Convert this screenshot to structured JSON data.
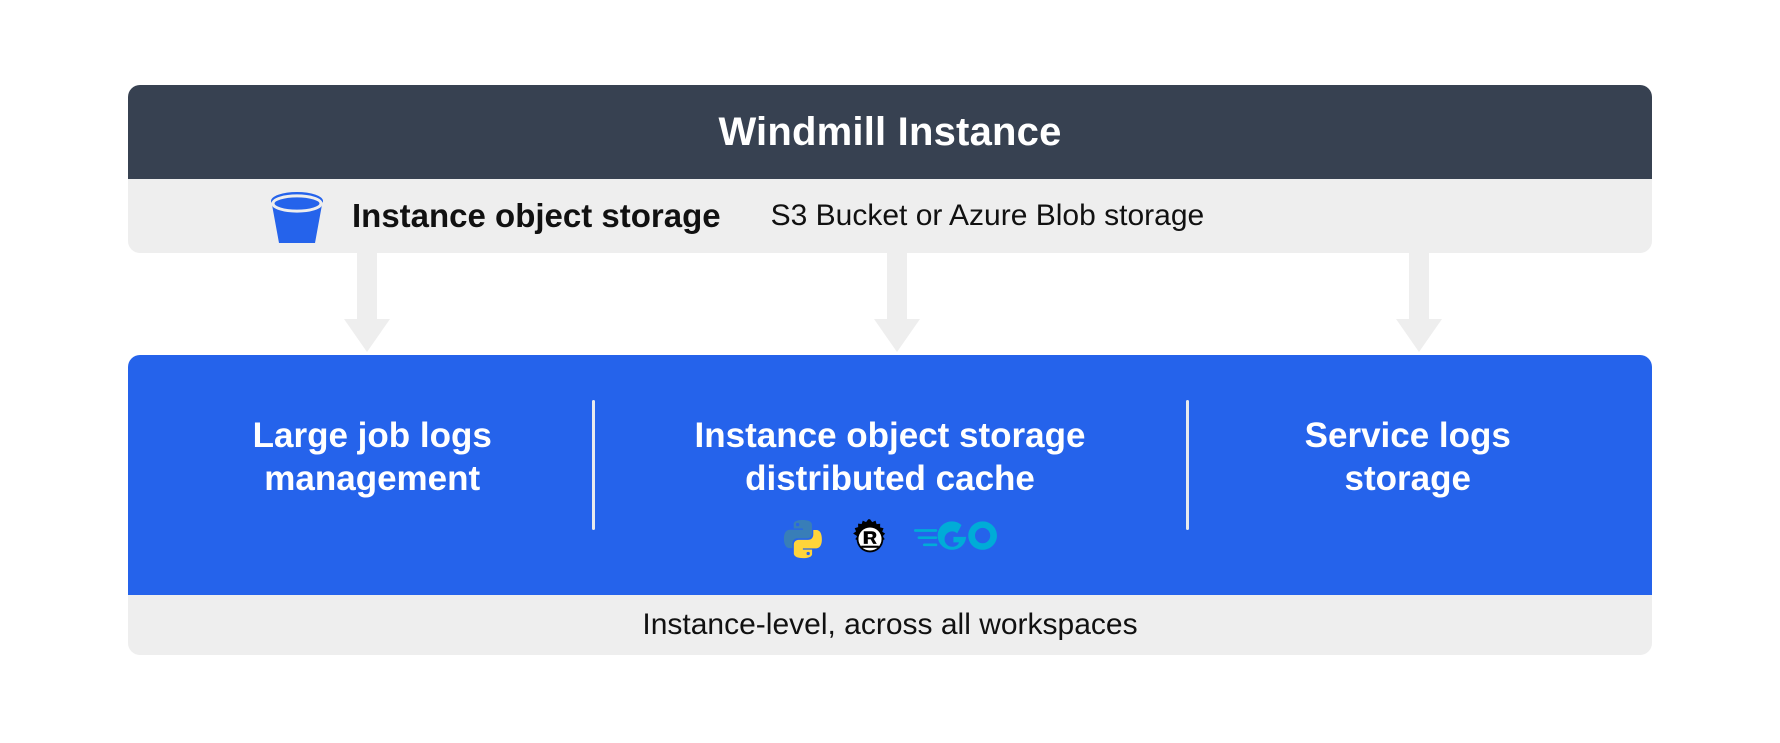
{
  "header": {
    "title": "Windmill Instance",
    "background_color": "#374151",
    "text_color": "#ffffff"
  },
  "storage_row": {
    "icon": "s3-bucket-icon",
    "icon_color": "#2563eb",
    "label": "Instance object storage",
    "sublabel": "S3 Bucket or Azure Blob storage",
    "background_color": "#eeeeee"
  },
  "connectors": [
    {
      "name": "arrow-to-large-job-logs",
      "icon": "arrow-down-icon",
      "color": "#eeeeee"
    },
    {
      "name": "arrow-to-distributed-cache",
      "icon": "arrow-down-icon",
      "color": "#eeeeee"
    },
    {
      "name": "arrow-to-service-logs",
      "icon": "arrow-down-icon",
      "color": "#eeeeee"
    }
  ],
  "panel": {
    "background_color": "#2563eb",
    "text_color": "#ffffff",
    "columns": [
      {
        "title": "Large job logs\nmanagement",
        "icons": []
      },
      {
        "title": "Instance object storage\ndistributed cache",
        "icons": [
          {
            "name": "python-icon",
            "label": "Python",
            "colors": [
              "#366f9a",
              "#ffd43b"
            ]
          },
          {
            "name": "rust-icon",
            "label": "Rust",
            "colors": [
              "#000000"
            ]
          },
          {
            "name": "go-icon",
            "label": "Go",
            "colors": [
              "#00acd7"
            ]
          }
        ]
      },
      {
        "title": "Service logs\nstorage",
        "icons": []
      }
    ],
    "divider_color": "#e8eaed"
  },
  "footer": {
    "text": "Instance-level, across all workspaces",
    "background_color": "#eeeeee"
  }
}
